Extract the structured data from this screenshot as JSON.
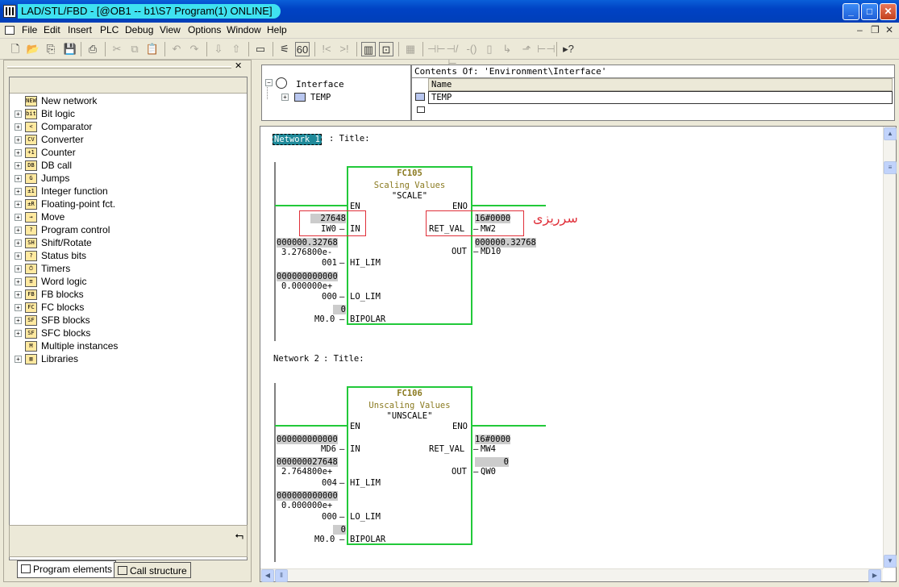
{
  "window": {
    "title": "LAD/STL/FBD  - [@OB1 -- b1\\S7 Program(1)  ONLINE]"
  },
  "menu": [
    "File",
    "Edit",
    "Insert",
    "PLC",
    "Debug",
    "View",
    "Options",
    "Window",
    "Help"
  ],
  "left_panel": {
    "items": [
      {
        "label": "New network",
        "expandable": false,
        "icon": "new-network-icon"
      },
      {
        "label": "Bit logic",
        "expandable": true,
        "icon": "bit-logic-icon"
      },
      {
        "label": "Comparator",
        "expandable": true,
        "icon": "comparator-icon"
      },
      {
        "label": "Converter",
        "expandable": true,
        "icon": "converter-icon"
      },
      {
        "label": "Counter",
        "expandable": true,
        "icon": "counter-icon"
      },
      {
        "label": "DB call",
        "expandable": true,
        "icon": "db-call-icon"
      },
      {
        "label": "Jumps",
        "expandable": true,
        "icon": "jumps-icon"
      },
      {
        "label": "Integer function",
        "expandable": true,
        "icon": "integer-function-icon"
      },
      {
        "label": "Floating-point fct.",
        "expandable": true,
        "icon": "floating-point-icon"
      },
      {
        "label": "Move",
        "expandable": true,
        "icon": "move-icon"
      },
      {
        "label": "Program control",
        "expandable": true,
        "icon": "program-control-icon"
      },
      {
        "label": "Shift/Rotate",
        "expandable": true,
        "icon": "shift-rotate-icon"
      },
      {
        "label": "Status bits",
        "expandable": true,
        "icon": "status-bits-icon"
      },
      {
        "label": "Timers",
        "expandable": true,
        "icon": "timers-icon"
      },
      {
        "label": "Word logic",
        "expandable": true,
        "icon": "word-logic-icon"
      },
      {
        "label": "FB blocks",
        "expandable": true,
        "icon": "fb-blocks-icon"
      },
      {
        "label": "FC blocks",
        "expandable": true,
        "icon": "fc-blocks-icon"
      },
      {
        "label": "SFB blocks",
        "expandable": true,
        "icon": "sfb-blocks-icon"
      },
      {
        "label": "SFC blocks",
        "expandable": true,
        "icon": "sfc-blocks-icon"
      },
      {
        "label": "Multiple instances",
        "expandable": false,
        "icon": "multiple-instances-icon"
      },
      {
        "label": "Libraries",
        "expandable": true,
        "icon": "libraries-icon"
      }
    ],
    "tabs": [
      "Program elements",
      "Call structure"
    ]
  },
  "interface": {
    "root": "Interface",
    "child": "TEMP",
    "contents_title": "Contents Of: 'Environment\\Interface'",
    "column": "Name",
    "row": "TEMP"
  },
  "network1": {
    "label": "Network 1",
    "title": ": Title:",
    "block": {
      "name": "FC105",
      "desc": "Scaling Values",
      "sym": "\"SCALE\""
    },
    "en": "EN",
    "eno": "ENO",
    "in_val": "27648",
    "in_addr": "IW0",
    "in_pin": "IN",
    "hi_val": "000000.32768",
    "hi_real": "3.276800e-",
    "hi_addr": "001",
    "hi_pin": "HI_LIM",
    "lo_val": "000000000000",
    "lo_real": "0.000000e+",
    "lo_addr": "000",
    "lo_pin": "LO_LIM",
    "bip_val": "0",
    "bip_addr": "M0.0",
    "bip_pin": "BIPOLAR",
    "ret_val": "16#0000",
    "ret_addr": "MW2",
    "ret_pin": "RET_VAL",
    "out_val": "000000.32768",
    "out_addr": "MD10",
    "out_pin": "OUT",
    "annotation": "سرریزی"
  },
  "network2": {
    "label": "Network 2",
    "title": ": Title:",
    "block": {
      "name": "FC106",
      "desc": "Unscaling Values",
      "sym": "\"UNSCALE\""
    },
    "en": "EN",
    "eno": "ENO",
    "in_val": "000000000000",
    "in_addr": "MD6",
    "in_pin": "IN",
    "hi_val": "000000027648",
    "hi_real": "2.764800e+",
    "hi_addr": "004",
    "hi_pin": "HI_LIM",
    "lo_val": "000000000000",
    "lo_real": "0.000000e+",
    "lo_addr": "000",
    "lo_pin": "LO_LIM",
    "bip_val": "0",
    "bip_addr": "M0.0",
    "bip_pin": "BIPOLAR",
    "ret_val": "16#0000",
    "ret_addr": "MW4",
    "ret_pin": "RET_VAL",
    "out_val": "0",
    "out_addr": "QW0",
    "out_pin": "OUT"
  },
  "colors": {
    "green": "#22c93a",
    "olive": "#8a7a20",
    "red": "#e0303a",
    "teal": "#1f8a9a"
  }
}
